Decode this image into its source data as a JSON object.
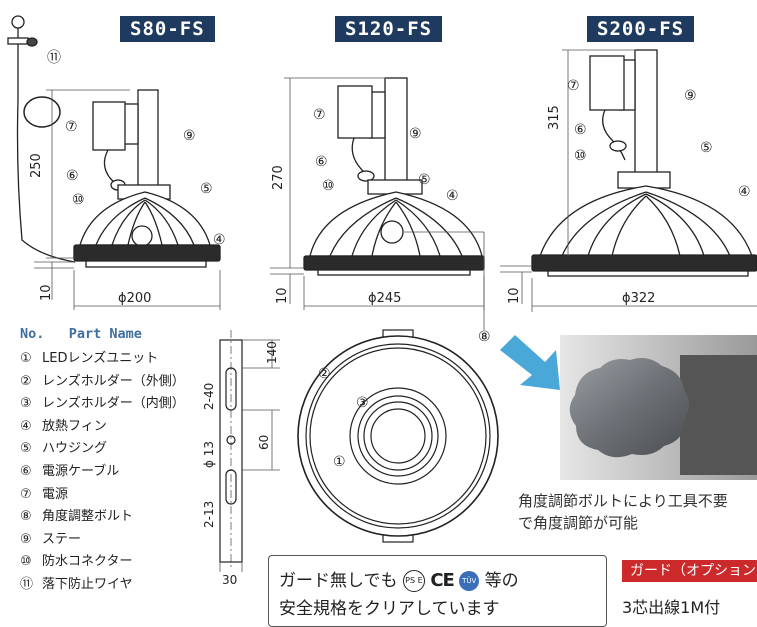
{
  "models": [
    "S80-FS",
    "S120-FS",
    "S200-FS"
  ],
  "dimensions": {
    "s80": {
      "height": "250",
      "base": "10",
      "dia": "ϕ200"
    },
    "s120": {
      "height": "270",
      "base": "10",
      "dia": "ϕ245"
    },
    "s200": {
      "height": "315",
      "base": "10",
      "dia": "ϕ322"
    }
  },
  "callouts": {
    "c4": "④",
    "c5": "⑤",
    "c6": "⑥",
    "c7": "⑦",
    "c8": "⑧",
    "c9": "⑨",
    "c10": "⑩",
    "c11": "⑪",
    "c1": "①",
    "c2": "②",
    "c3": "③"
  },
  "bracket": {
    "w": "30",
    "top": "140",
    "slot_top": "2-40",
    "diameter": "ϕ 13",
    "pitch": "60",
    "slot_bottom": "2-13"
  },
  "parts": {
    "header_no": "No.",
    "header_name": "Part Name",
    "items": [
      {
        "no": "①",
        "name": "LEDレンズユニット"
      },
      {
        "no": "②",
        "name": "レンズホルダー（外側）"
      },
      {
        "no": "③",
        "name": "レンズホルダー（内側）"
      },
      {
        "no": "④",
        "name": "放熱フィン"
      },
      {
        "no": "⑤",
        "name": "ハウジング"
      },
      {
        "no": "⑥",
        "name": "電源ケーブル"
      },
      {
        "no": "⑦",
        "name": "電源"
      },
      {
        "no": "⑧",
        "name": "角度調整ボルト"
      },
      {
        "no": "⑨",
        "name": "ステー"
      },
      {
        "no": "⑩",
        "name": "防水コネクター"
      },
      {
        "no": "⑪",
        "name": "落下防止ワイヤ"
      }
    ]
  },
  "caption": {
    "line1": "角度調節ボルトにより工具不要",
    "line2": "で角度調節が可能"
  },
  "certification": {
    "line1_pre": "ガード無しでも",
    "pse": "PS E",
    "ce": "CE",
    "tuv": "TÜV",
    "line1_post": "等の",
    "line2": "安全規格をクリアしています"
  },
  "guard": {
    "tag": "ガード（オプション）",
    "text": "3芯出線1M付"
  },
  "colors": {
    "badge": "#1f3a5f",
    "arrow": "#4aa8d8",
    "tag": "#cc2a2a",
    "header": "#3e6fa0"
  }
}
